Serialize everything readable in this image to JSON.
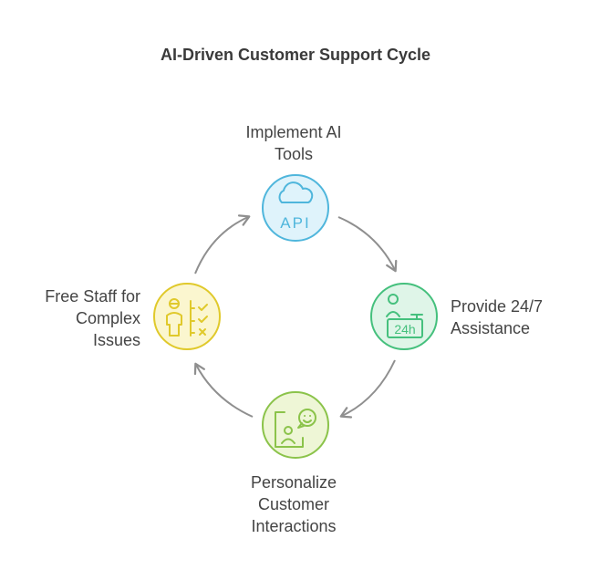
{
  "title": "AI-Driven Customer Support Cycle",
  "nodes": [
    {
      "id": "implement",
      "label_lines": [
        "Implement AI",
        "Tools"
      ],
      "icon": "cloud-api-icon",
      "icon_text": "API",
      "fill": "#dff3fb",
      "stroke": "#4fb6dc"
    },
    {
      "id": "assist",
      "label_lines": [
        "Provide 24/7",
        "Assistance"
      ],
      "icon": "24h-support-desk-icon",
      "icon_text": "24h",
      "fill": "#dff5e8",
      "stroke": "#45c07d"
    },
    {
      "id": "personalize",
      "label_lines": [
        "Personalize",
        "Customer",
        "Interactions"
      ],
      "icon": "chat-person-icon",
      "icon_text": "",
      "fill": "#eef6d6",
      "stroke": "#8bc34a"
    },
    {
      "id": "free",
      "label_lines": [
        "Free Staff for",
        "Complex",
        "Issues"
      ],
      "icon": "person-checklist-icon",
      "icon_text": "",
      "fill": "#fbf6cf",
      "stroke": "#e0c92b"
    }
  ],
  "arrow_color": "#8f8f8f"
}
